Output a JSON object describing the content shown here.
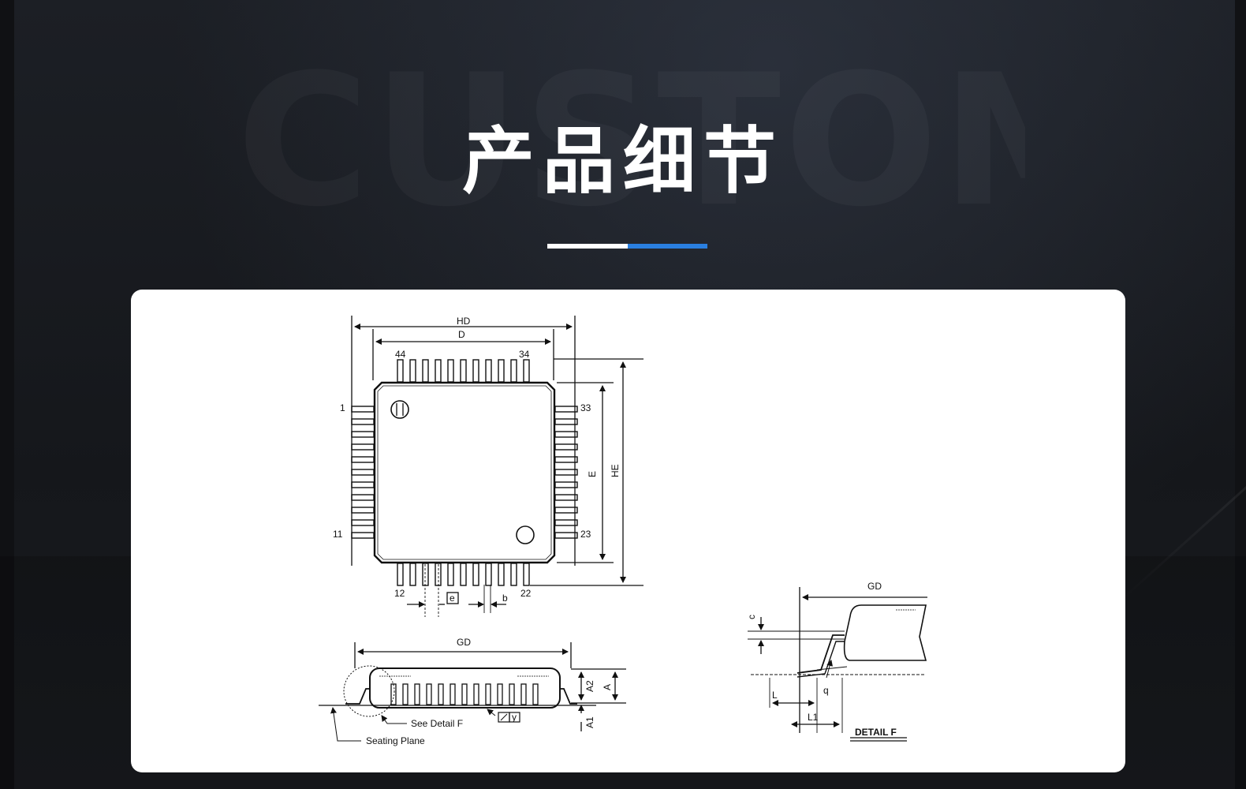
{
  "page": {
    "title": "产品细节",
    "watermark": "CUSTOM",
    "colors": {
      "accent_blue": "#2a7fe0",
      "accent_white": "#ffffff",
      "background": "#16181c",
      "card": "#ffffff"
    }
  },
  "diagram": {
    "top_view": {
      "dim_hd": "HD",
      "dim_d": "D",
      "dim_e": "E",
      "dim_he": "HE",
      "pin_44": "44",
      "pin_34": "34",
      "pin_1": "1",
      "pin_11": "11",
      "pin_33": "33",
      "pin_23": "23",
      "pin_12": "12",
      "pin_22": "22",
      "dim_e_pitch": "e",
      "dim_b": "b"
    },
    "side_view": {
      "dim_gd": "GD",
      "dim_a2": "A2",
      "dim_a": "A",
      "dim_a1": "A1",
      "flatness": "y",
      "see_detail": "See Detail F",
      "seating_plane": "Seating Plane"
    },
    "detail_view": {
      "dim_gd": "GD",
      "dim_c": "c",
      "dim_q": "q",
      "dim_l": "L",
      "dim_l1": "L1",
      "caption": "DETAIL F"
    }
  }
}
